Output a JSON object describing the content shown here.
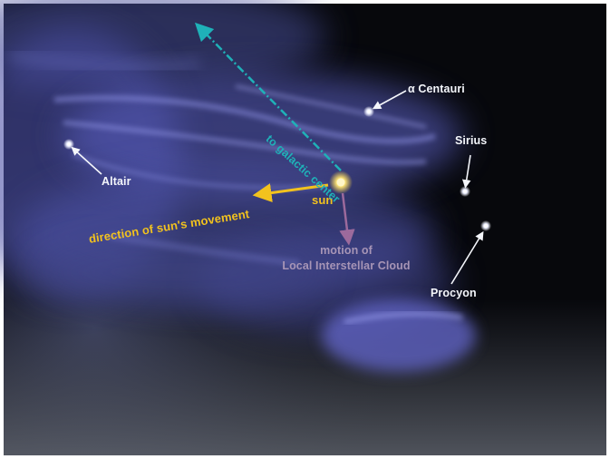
{
  "labels": {
    "alpha_centauri": "α Centauri",
    "sirius": "Sirius",
    "altair": "Altair",
    "procyon": "Procyon",
    "sun": "sun",
    "galactic_center": "to galactic center",
    "sun_direction": "direction of sun's movement",
    "lic_motion_line1": "motion of",
    "lic_motion_line2": "Local Interstellar Cloud"
  },
  "colors": {
    "space_dark": "#07080c",
    "cloud_blue": "#5e63b8",
    "galactic_arrow": "#1fb1b8",
    "sun_arrow": "#f2c21e",
    "lic_arrow": "#9c6a9c",
    "star_label": "#f4f6fb"
  }
}
